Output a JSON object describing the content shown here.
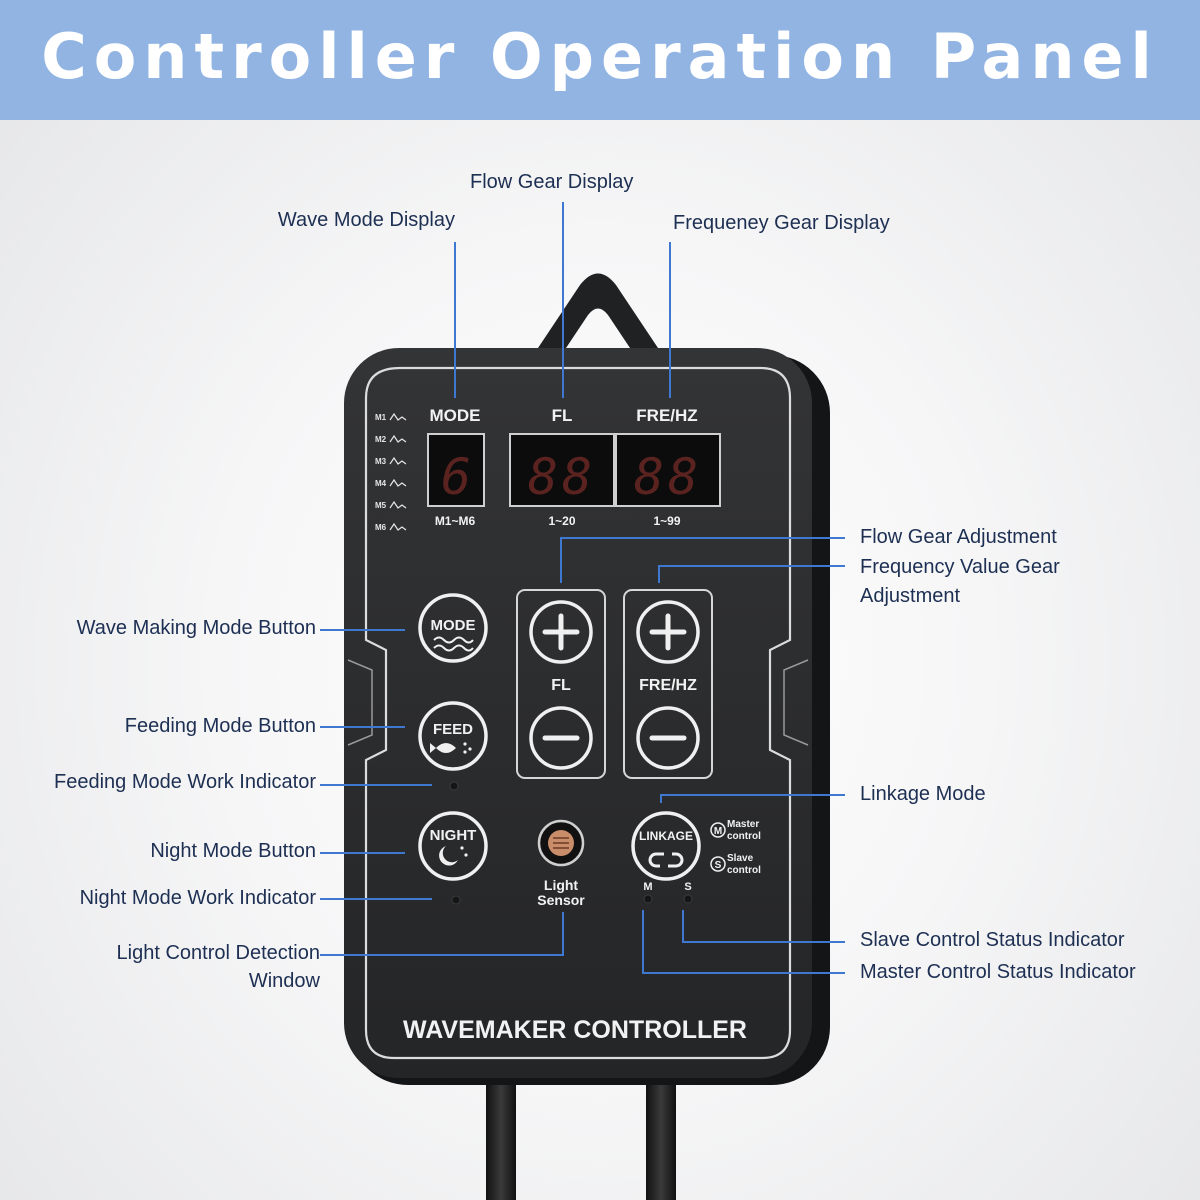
{
  "banner": {
    "title": "Controller Operation Panel",
    "background": "#92b4e3"
  },
  "callouts": {
    "wave_mode_display": "Wave Mode Display",
    "flow_gear_display": "Flow Gear Display",
    "frequency_gear_display": "Frequeney Gear Display",
    "flow_gear_adjustment": "Flow Gear Adjustment",
    "frequency_value_gear_adjustment_line1": "Frequency Value Gear",
    "frequency_value_gear_adjustment_line2": "Adjustment",
    "wave_making_mode_button": "Wave Making Mode Button",
    "feeding_mode_button": "Feeding Mode Button",
    "feeding_mode_work_indicator": "Feeding Mode Work Indicator",
    "night_mode_button": "Night Mode Button",
    "night_mode_work_indicator": "Night Mode Work Indicator",
    "light_control_detection_window_line1": "Light Control Detection",
    "light_control_detection_window_line2": "Window",
    "linkage_mode": "Linkage Mode",
    "slave_control_status_indicator": "Slave Control Status Indicator",
    "master_control_status_indicator": "Master Control Status Indicator"
  },
  "panel": {
    "mode_label": "MODE",
    "fl_label": "FL",
    "fre_label": "FRE/HZ",
    "mode_range": "M1~M6",
    "fl_range": "1~20",
    "fre_range": "1~99",
    "mode_digit": "6",
    "fl_digits": "88",
    "fre_digits": "88",
    "mode_list": [
      "M1",
      "M2",
      "M3",
      "M4",
      "M5",
      "M6"
    ],
    "mode_button": "MODE",
    "feed_button": "FEED",
    "night_button": "NIGHT",
    "linkage_button": "LINKAGE",
    "fl_group_label": "FL",
    "fre_group_label": "FRE/HZ",
    "light_sensor_line1": "Light",
    "light_sensor_line2": "Sensor",
    "master_letter": "M",
    "master_line1": "Master",
    "master_line2": "control",
    "slave_letter": "S",
    "slave_line1": "Slave",
    "slave_line2": "control",
    "indicator_m": "M",
    "indicator_s": "S",
    "brand": "WAVEMAKER CONTROLLER"
  },
  "colors": {
    "leader_line": "#3f78d1",
    "callout_text": "#1d2f52",
    "display_red": "#e53b35",
    "panel_body": "#2b2c2e"
  }
}
